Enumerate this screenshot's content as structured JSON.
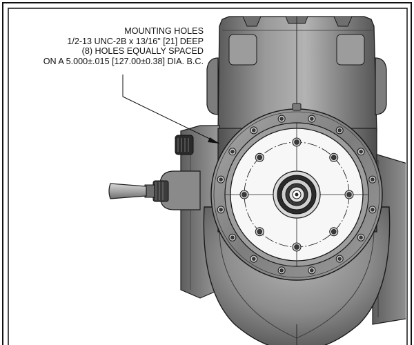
{
  "callout": {
    "lines": [
      "MOUNTING HOLES",
      "1/2-13 UNC-2B x 13/16\" [21] DEEP",
      "(8) HOLES EQUALLY SPACED",
      "ON A 5.000±.015 [127.00±0.38] DIA. B.C."
    ]
  },
  "mounting_holes": {
    "count": 8
  },
  "perimeter_bolts": {
    "count": 16
  },
  "colors": {
    "housing_dark": "#4a4a4a",
    "housing_mid": "#8a8a8a",
    "housing_light": "#c4c4c4",
    "face_white": "#f7f7f7",
    "outline": "#1a1a1a"
  }
}
